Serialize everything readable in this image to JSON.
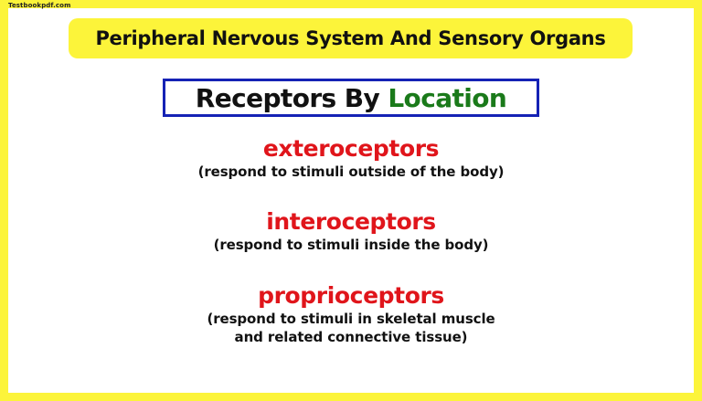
{
  "watermark": "Testbookpdf.com",
  "header": {
    "title": "Peripheral Nervous System And Sensory Organs"
  },
  "section": {
    "title_part1": "Receptors By ",
    "title_part2": "Location"
  },
  "receptors": [
    {
      "term": "exteroceptors",
      "description_line1": "(respond to stimuli outside of the body)",
      "description_line2": ""
    },
    {
      "term": "interoceptors",
      "description_line1": "(respond to stimuli inside the body)",
      "description_line2": ""
    },
    {
      "term": "proprioceptors",
      "description_line1": "(respond to stimuli in skeletal muscle",
      "description_line2": "and related connective tissue)"
    }
  ],
  "colors": {
    "frame_yellow": "#fcf43a",
    "term_red": "#e0151b",
    "box_blue": "#1522b5",
    "location_green": "#1a7a1a"
  }
}
